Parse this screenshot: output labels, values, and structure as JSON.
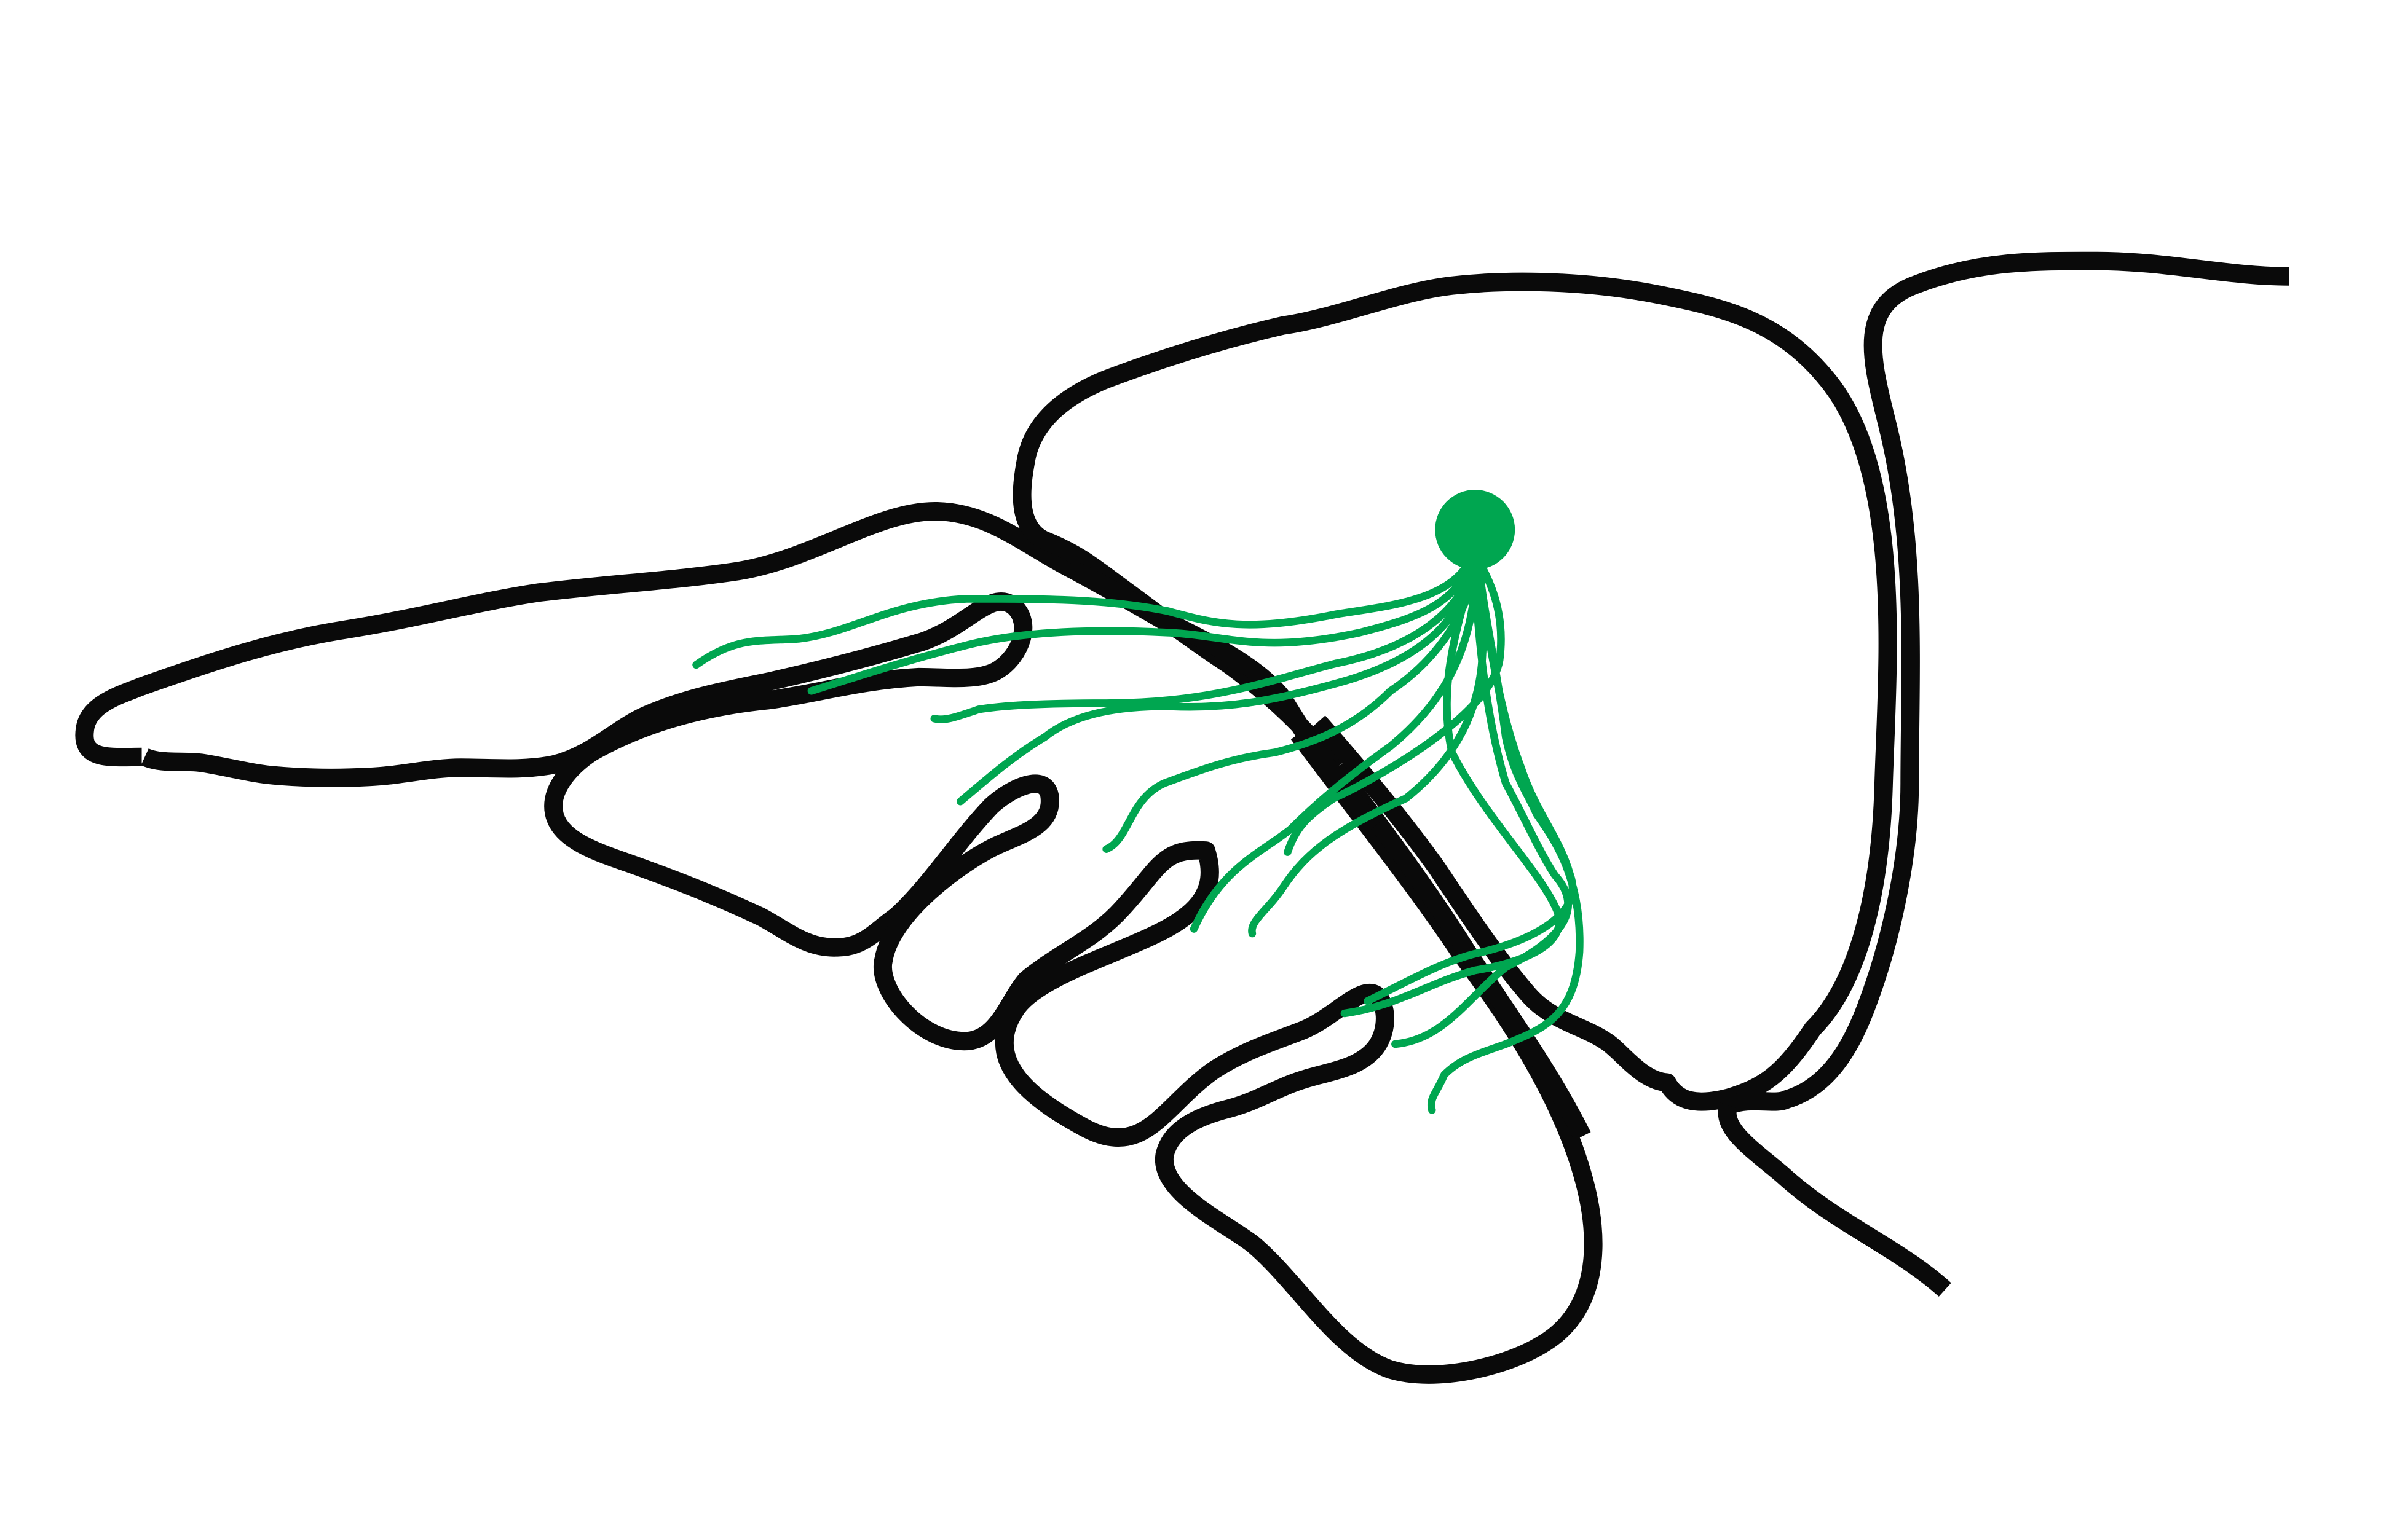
{
  "diagram": {
    "type": "sagittal-brain-section-schematic",
    "colors": {
      "background": "#ffffff",
      "outline": "#0a0a0a",
      "neuron_soma": "#00a650",
      "projections": "#00a650"
    },
    "elements": {
      "outline_count": 9,
      "soma_count": 1,
      "projection_count": 12
    }
  }
}
